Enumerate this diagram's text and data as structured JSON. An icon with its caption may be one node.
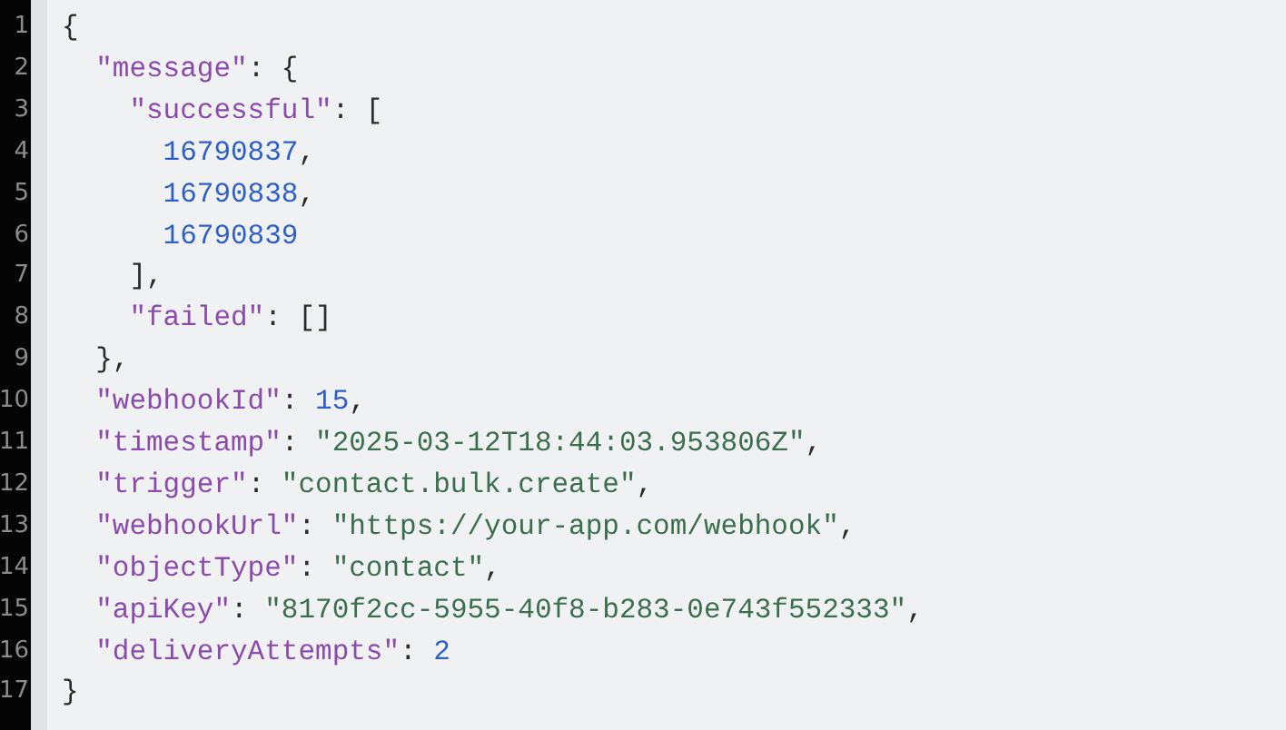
{
  "diagram": {
    "labels": [
      "1",
      "{",
      "2",
      "\"message\": {",
      "3",
      "\"successful\": [",
      "4",
      "16790837,",
      "5",
      "16790838,",
      "6",
      "16790839",
      "7",
      "],",
      "8",
      "\"failed\": []",
      "9",
      "},",
      "10",
      "\"webhookId\": 15,",
      "11",
      "\"timestamp\": \"2025-03-12T18:44:03.953806Z\",",
      "12",
      "\"trigger\": \"contact.bulk.create\",",
      "13",
      "\"webhookUrl\": \"https://your-app.com/webhook\",",
      "14",
      "\"objectType\": \"contact\",",
      "15",
      "\"apiKey\": \"8170f2cc-5955-40f8-b283-0e743f552333\",",
      "16",
      "\"deliveryAttempts\": 2",
      "17",
      "}"
    ]
  }
}
